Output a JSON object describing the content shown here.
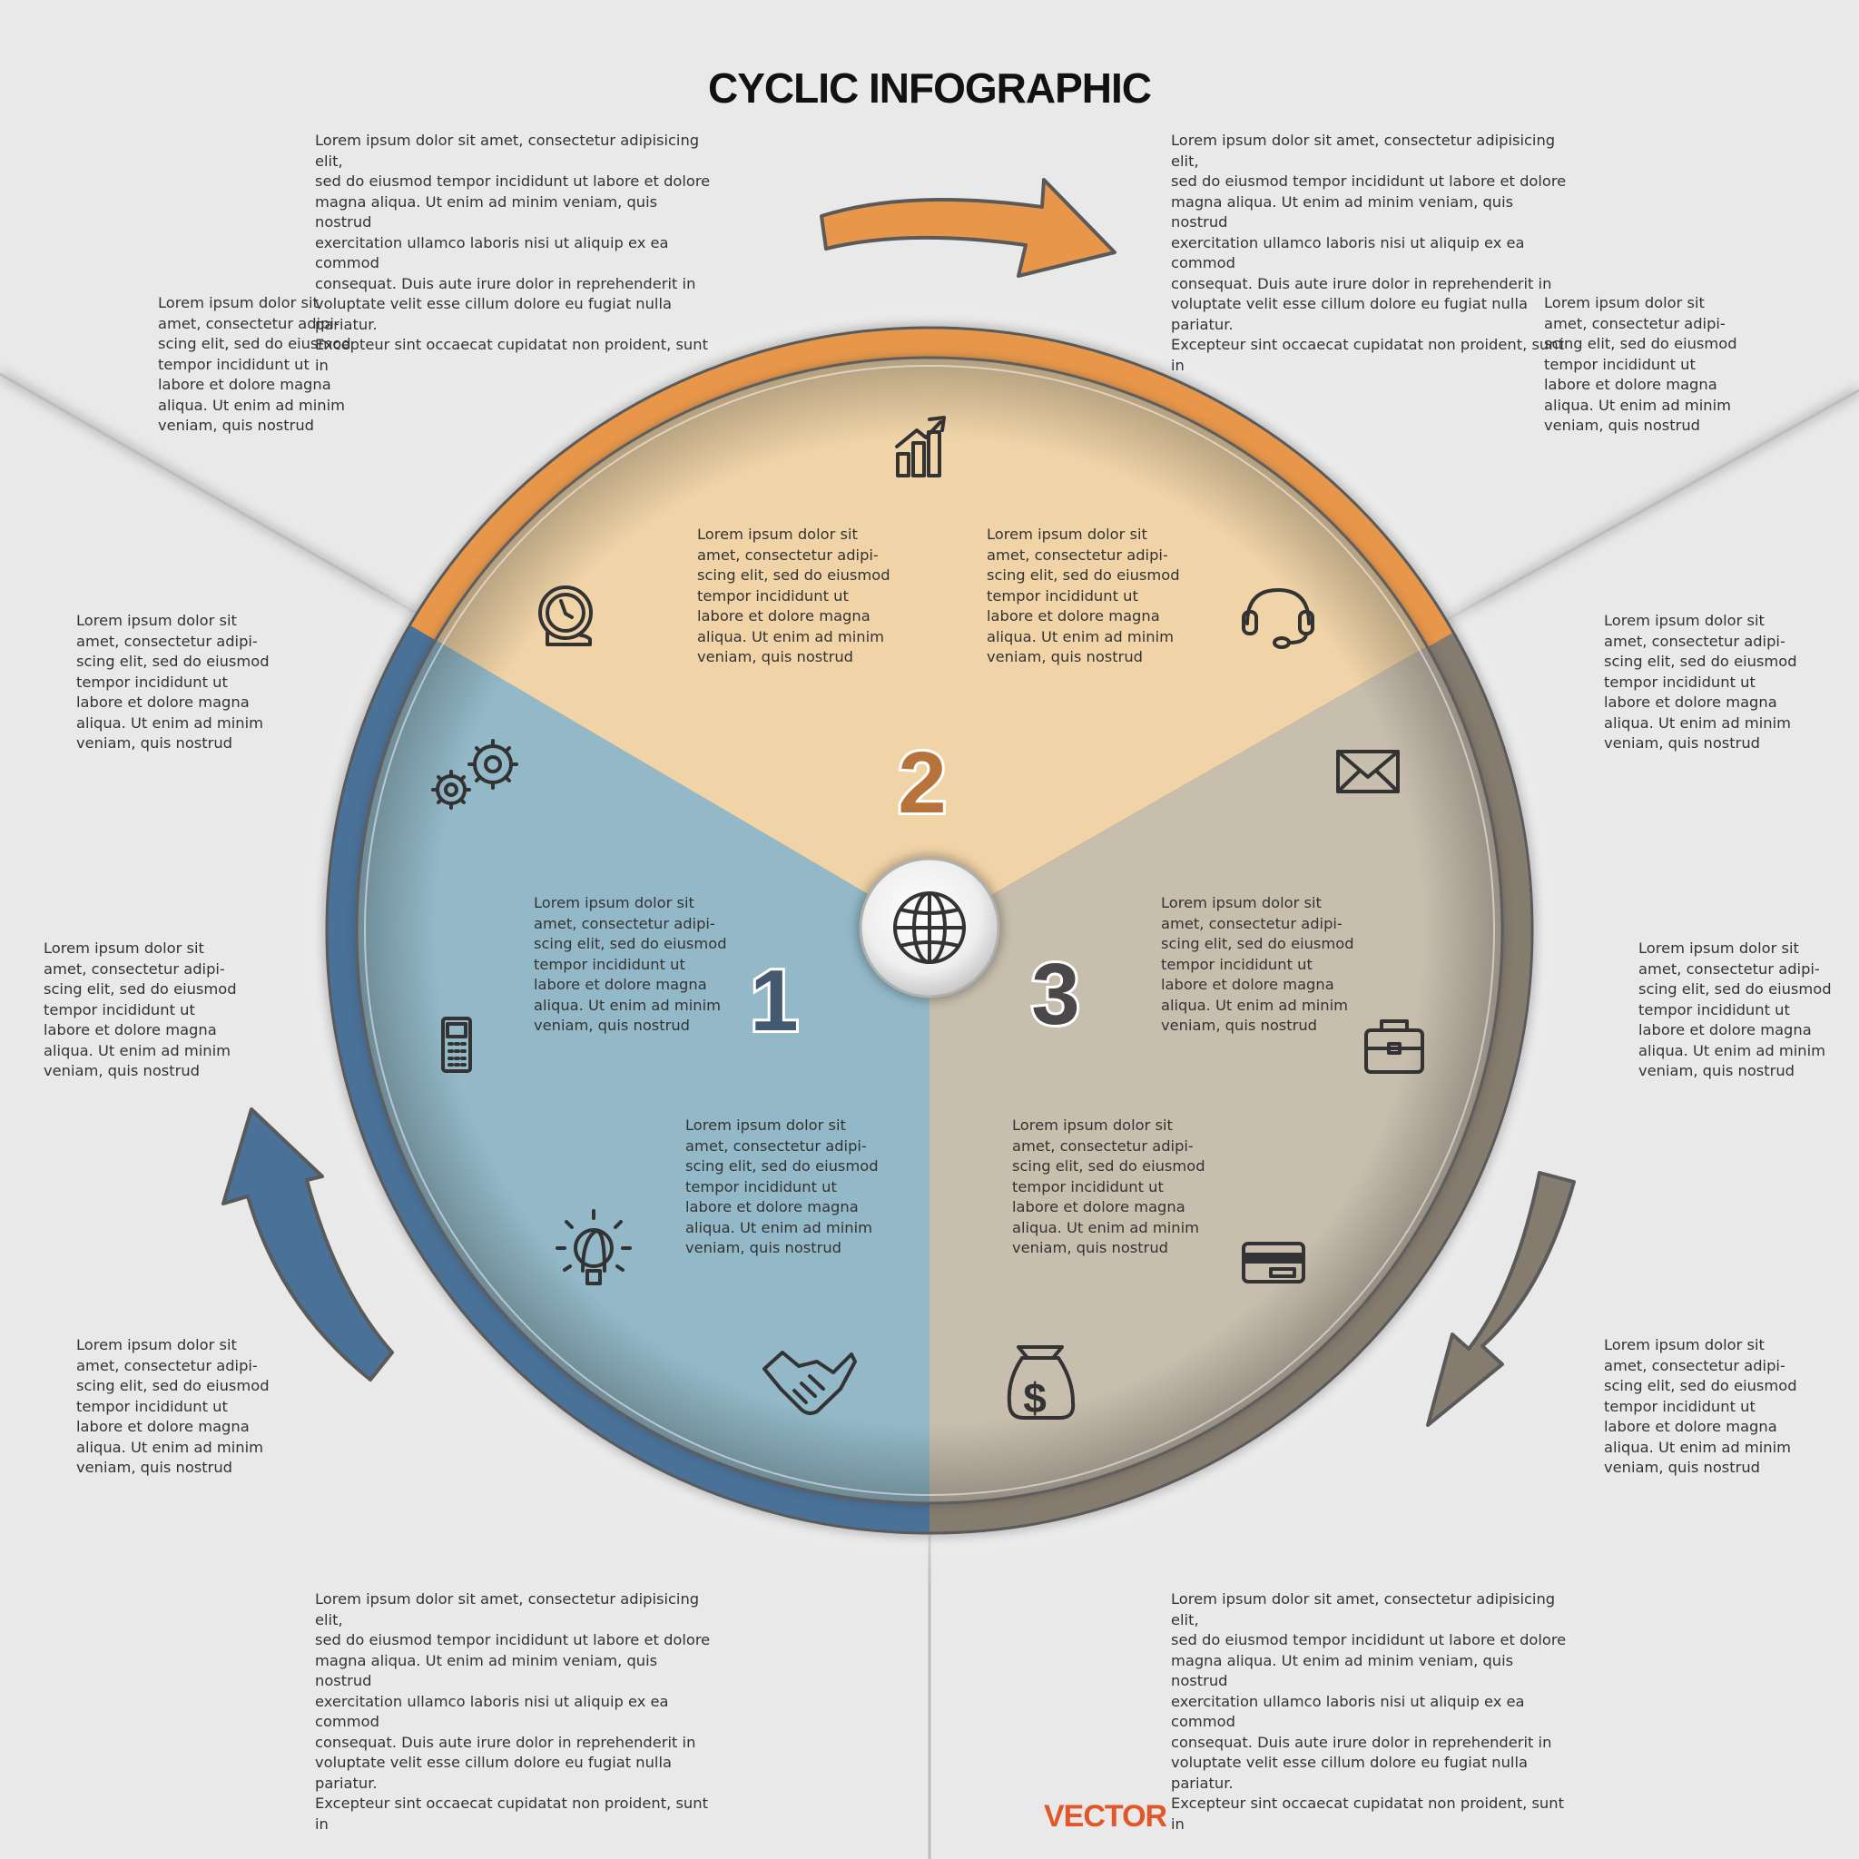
{
  "title": "CYCLIC INFOGRAPHIC",
  "footer": "VECTOR",
  "colors": {
    "segment1": "#93b9c8",
    "segment1_ring": "#4a7198",
    "segment2": "#f0d4a8",
    "segment2_ring": "#e8974a",
    "segment3": "#c8beae",
    "segment3_ring": "#857b6e",
    "background": "#e9e9e9"
  },
  "segments": [
    {
      "number": "1",
      "color": "#43596f"
    },
    {
      "number": "2",
      "color": "#b8733a"
    },
    {
      "number": "3",
      "color": "#4a4848"
    }
  ],
  "icons": {
    "center": "globe-icon",
    "segment2": [
      "clock-icon",
      "bar-chart-growth-icon",
      "headset-icon"
    ],
    "segment1": [
      "gears-icon",
      "mobile-phone-icon",
      "lightbulb-icon",
      "handshake-icon"
    ],
    "segment3": [
      "envelope-icon",
      "briefcase-icon",
      "credit-card-icon",
      "money-bag-icon"
    ]
  },
  "texts": {
    "top_left": "Lorem ipsum dolor sit amet, consectetur adipisicing elit,\nsed do eiusmod tempor incididunt ut labore et dolore\nmagna aliqua. Ut enim ad minim veniam, quis nostrud\nexercitation ullamco laboris nisi ut aliquip ex ea commod\nconsequat. Duis aute irure dolor in reprehenderit in\nvoluptate velit esse cillum dolore eu fugiat nulla pariatur.\nExcepteur sint occaecat cupidatat non proident, sunt in",
    "top_right": "Lorem ipsum dolor sit amet, consectetur adipisicing elit,\nsed do eiusmod tempor incididunt ut labore et dolore\nmagna aliqua. Ut enim ad minim veniam, quis nostrud\nexercitation ullamco laboris nisi ut aliquip ex ea commod\nconsequat. Duis aute irure dolor in reprehenderit in\nvoluptate velit esse cillum dolore eu fugiat nulla pariatur.\nExcepteur sint occaecat cupidatat non proident, sunt in",
    "bottom_left": "Lorem ipsum dolor sit amet, consectetur adipisicing elit,\nsed do eiusmod tempor incididunt ut labore et dolore\nmagna aliqua. Ut enim ad minim veniam, quis nostrud\nexercitation ullamco laboris nisi ut aliquip ex ea commod\nconsequat. Duis aute irure dolor in reprehenderit in\nvoluptate velit esse cillum dolore eu fugiat nulla pariatur.\nExcepteur sint occaecat cupidatat non proident, sunt in",
    "bottom_right": "Lorem ipsum dolor sit amet, consectetur adipisicing elit,\nsed do eiusmod tempor incididunt ut labore et dolore\nmagna aliqua. Ut enim ad minim veniam, quis nostrud\nexercitation ullamco laboris nisi ut aliquip ex ea commod\nconsequat. Duis aute irure dolor in reprehenderit in\nvoluptate velit esse cillum dolore eu fugiat nulla pariatur.\nExcepteur sint occaecat cupidatat non proident, sunt in",
    "left_1": "Lorem ipsum dolor sit\namet, consectetur adipi-\nscing elit, sed do eiusmod\ntempor incididunt ut\nlabore et dolore magna\naliqua. Ut enim ad minim\nveniam, quis nostrud",
    "left_2": "Lorem ipsum dolor sit\namet, consectetur adipi-\nscing elit, sed do eiusmod\ntempor incididunt ut\nlabore et dolore magna\naliqua. Ut enim ad minim\nveniam, quis nostrud",
    "left_3": "Lorem ipsum dolor sit\namet, consectetur adipi-\nscing elit, sed do eiusmod\ntempor incididunt ut\nlabore et dolore magna\naliqua. Ut enim ad minim\nveniam, quis nostrud",
    "left_4": "Lorem ipsum dolor sit\namet, consectetur adipi-\nscing elit, sed do eiusmod\ntempor incididunt ut\nlabore et dolore magna\naliqua. Ut enim ad minim\nveniam, quis nostrud",
    "right_1": "Lorem ipsum dolor sit\namet, consectetur adipi-\nscing elit, sed do eiusmod\ntempor incididunt ut\nlabore et dolore magna\naliqua. Ut enim ad minim\nveniam, quis nostrud",
    "right_2": "Lorem ipsum dolor sit\namet, consectetur adipi-\nscing elit, sed do eiusmod\ntempor incididunt ut\nlabore et dolore magna\naliqua. Ut enim ad minim\nveniam, quis nostrud",
    "right_3": "Lorem ipsum dolor sit\namet, consectetur adipi-\nscing elit, sed do eiusmod\ntempor incididunt ut\nlabore et dolore magna\naliqua. Ut enim ad minim\nveniam, quis nostrud",
    "right_4": "Lorem ipsum dolor sit\namet, consectetur adipi-\nscing elit, sed do eiusmod\ntempor incididunt ut\nlabore et dolore magna\naliqua. Ut enim ad minim\nveniam, quis nostrud",
    "seg2_left": "Lorem ipsum dolor sit\namet, consectetur adipi-\nscing elit, sed do eiusmod\ntempor incididunt ut\nlabore et dolore magna\naliqua. Ut enim ad minim\nveniam, quis nostrud",
    "seg2_right": "Lorem ipsum dolor sit\namet, consectetur adipi-\nscing elit, sed do eiusmod\ntempor incididunt ut\nlabore et dolore magna\naliqua. Ut enim ad minim\nveniam, quis nostrud",
    "seg1_upper": "Lorem ipsum dolor sit\namet, consectetur adipi-\nscing elit, sed do eiusmod\ntempor incididunt ut\nlabore et dolore magna\naliqua. Ut enim ad minim\nveniam, quis nostrud",
    "seg1_lower": "Lorem ipsum dolor sit\namet, consectetur adipi-\nscing elit, sed do eiusmod\ntempor incididunt ut\nlabore et dolore magna\naliqua. Ut enim ad minim\nveniam, quis nostrud",
    "seg3_upper": "Lorem ipsum dolor sit\namet, consectetur adipi-\nscing elit, sed do eiusmod\ntempor incididunt ut\nlabore et dolore magna\naliqua. Ut enim ad minim\nveniam, quis nostrud",
    "seg3_lower": "Lorem ipsum dolor sit\namet, consectetur adipi-\nscing elit, sed do eiusmod\ntempor incididunt ut\nlabore et dolore magna\naliqua. Ut enim ad minim\nveniam, quis nostrud"
  }
}
